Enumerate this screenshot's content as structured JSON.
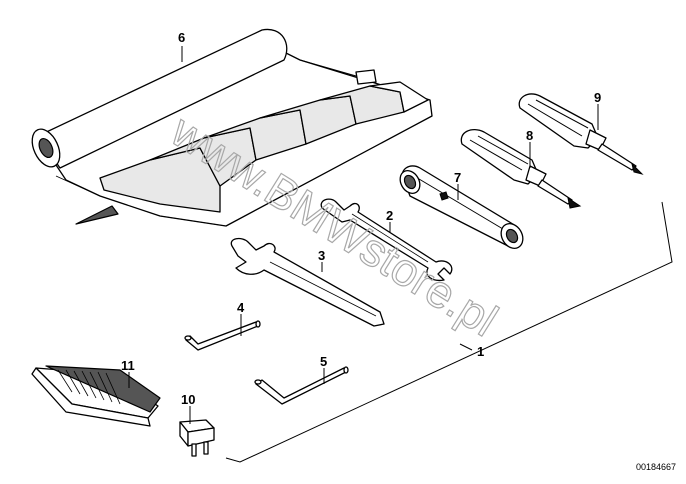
{
  "diagram": {
    "watermark": "www.BMWstore.pl",
    "reference_number": "00184667",
    "callouts": [
      "1",
      "2",
      "3",
      "4",
      "5",
      "6",
      "7",
      "8",
      "9",
      "10",
      "11"
    ]
  }
}
